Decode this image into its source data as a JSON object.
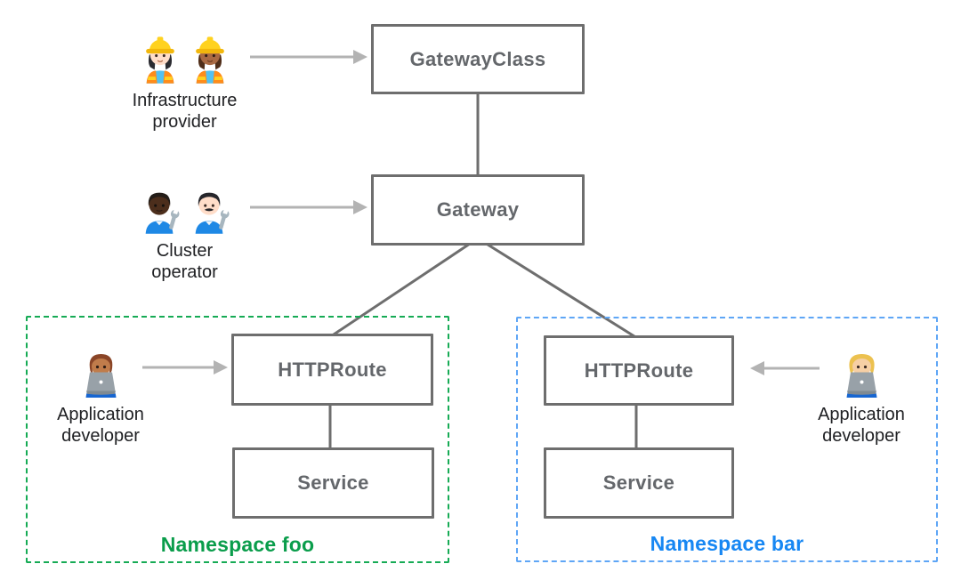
{
  "colors": {
    "background": "#ffffff",
    "box_border": "#6e6e6e",
    "box_text": "#64676b",
    "connector": "#6e6e6e",
    "arrow": "#b3b3b3",
    "persona_text": "#202124",
    "namespace_foo_text": "#0a9d4b",
    "namespace_foo_border": "#16ab55",
    "namespace_bar_text": "#1787f3",
    "namespace_bar_border": "#5fa6f6"
  },
  "nodes": {
    "gateway_class": {
      "label": "GatewayClass"
    },
    "gateway": {
      "label": "Gateway"
    },
    "httproute_foo": {
      "label": "HTTPRoute"
    },
    "service_foo": {
      "label": "Service"
    },
    "httproute_bar": {
      "label": "HTTPRoute"
    },
    "service_bar": {
      "label": "Service"
    }
  },
  "namespaces": {
    "foo": {
      "label": "Namespace foo"
    },
    "bar": {
      "label": "Namespace bar"
    }
  },
  "personas": {
    "infrastructure_provider": {
      "label": "Infrastructure\nprovider",
      "icons": [
        "woman-construction-worker-light",
        "woman-construction-worker-medium-dark"
      ],
      "points_to": "GatewayClass"
    },
    "cluster_operator": {
      "label": "Cluster\noperator",
      "icons": [
        "person-mechanic-dark",
        "man-mechanic-light"
      ],
      "points_to": "Gateway"
    },
    "application_developer_foo": {
      "label": "Application\ndeveloper",
      "icons": [
        "man-technologist-medium"
      ],
      "points_to": "HTTPRoute (Namespace foo)"
    },
    "application_developer_bar": {
      "label": "Application\ndeveloper",
      "icons": [
        "woman-technologist-blonde"
      ],
      "points_to": "HTTPRoute (Namespace bar)"
    }
  },
  "edges": [
    {
      "from": "GatewayClass",
      "to": "Gateway"
    },
    {
      "from": "Gateway",
      "to": "HTTPRoute (Namespace foo)"
    },
    {
      "from": "Gateway",
      "to": "HTTPRoute (Namespace bar)"
    },
    {
      "from": "HTTPRoute (Namespace foo)",
      "to": "Service (Namespace foo)"
    },
    {
      "from": "HTTPRoute (Namespace bar)",
      "to": "Service (Namespace bar)"
    }
  ]
}
